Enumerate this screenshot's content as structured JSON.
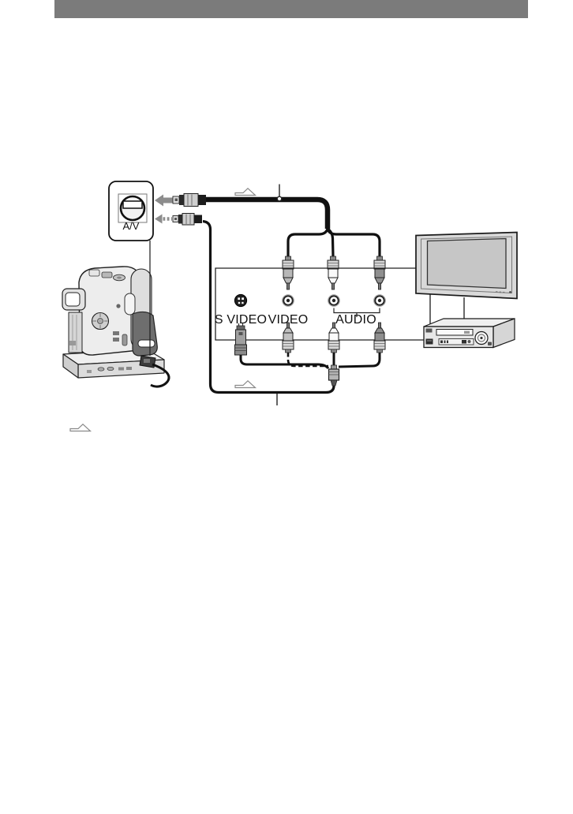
{
  "header": {
    "bar_color": "#7b7b7b"
  },
  "diagram": {
    "av_jack": {
      "label": "A/V"
    },
    "panel": {
      "labels": {
        "s_video": "S VIDEO",
        "video": "VIDEO",
        "audio": "AUDIO"
      }
    },
    "icons": [
      "signal-flow-arrow-icon",
      "solid-connect-arrow-icon",
      "dashed-connect-arrow-icon",
      "s-video-jack-icon",
      "rca-jack-icon"
    ],
    "components": [
      "camcorder",
      "av-jack-callout",
      "av-connecting-cable",
      "rca-plugs",
      "s-video-plug",
      "jack-panel",
      "tv",
      "vcr",
      "cable-junction"
    ],
    "colors": {
      "header_bar": "#7b7b7b",
      "arrow_gray": "#8c8c8c",
      "line": "#1a1a1a",
      "tv_screen": "#c6c6c6",
      "device_gray": "#e7e7e7"
    }
  }
}
